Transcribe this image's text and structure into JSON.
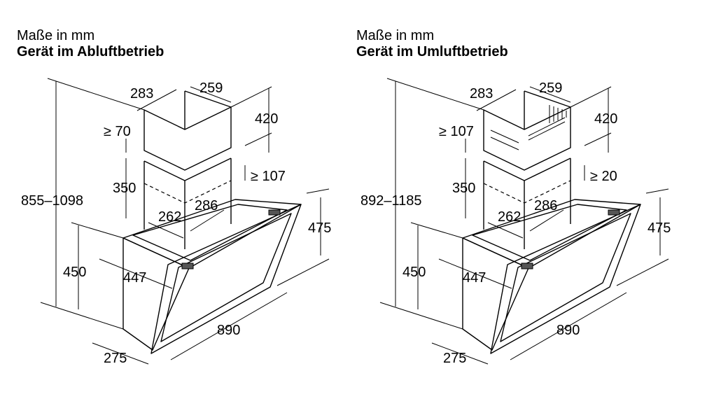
{
  "panels": [
    {
      "subtitle": "Maße in mm",
      "title": "Gerät im Abluftbetrieb",
      "dims": {
        "top_depth": "283",
        "top_width": "259",
        "chimney_upper": "420",
        "clearance_top": "≥ 70",
        "clearance_side": "≥ 107",
        "chimney_lower": "350",
        "total_height": "855–1098",
        "inner_width": "262",
        "inner_depth": "286",
        "glass_height": "475",
        "body_height": "450",
        "body_depth": "447",
        "glass_width": "890",
        "base_depth": "275"
      }
    },
    {
      "subtitle": "Maße in mm",
      "title": "Gerät im Umluftbetrieb",
      "dims": {
        "top_depth": "283",
        "top_width": "259",
        "chimney_upper": "420",
        "clearance_top": "≥ 107",
        "clearance_side": "≥ 20",
        "chimney_lower": "350",
        "total_height": "892–1185",
        "inner_width": "262",
        "inner_depth": "286",
        "glass_height": "475",
        "body_height": "450",
        "body_depth": "447",
        "glass_width": "890",
        "base_depth": "275"
      }
    }
  ]
}
